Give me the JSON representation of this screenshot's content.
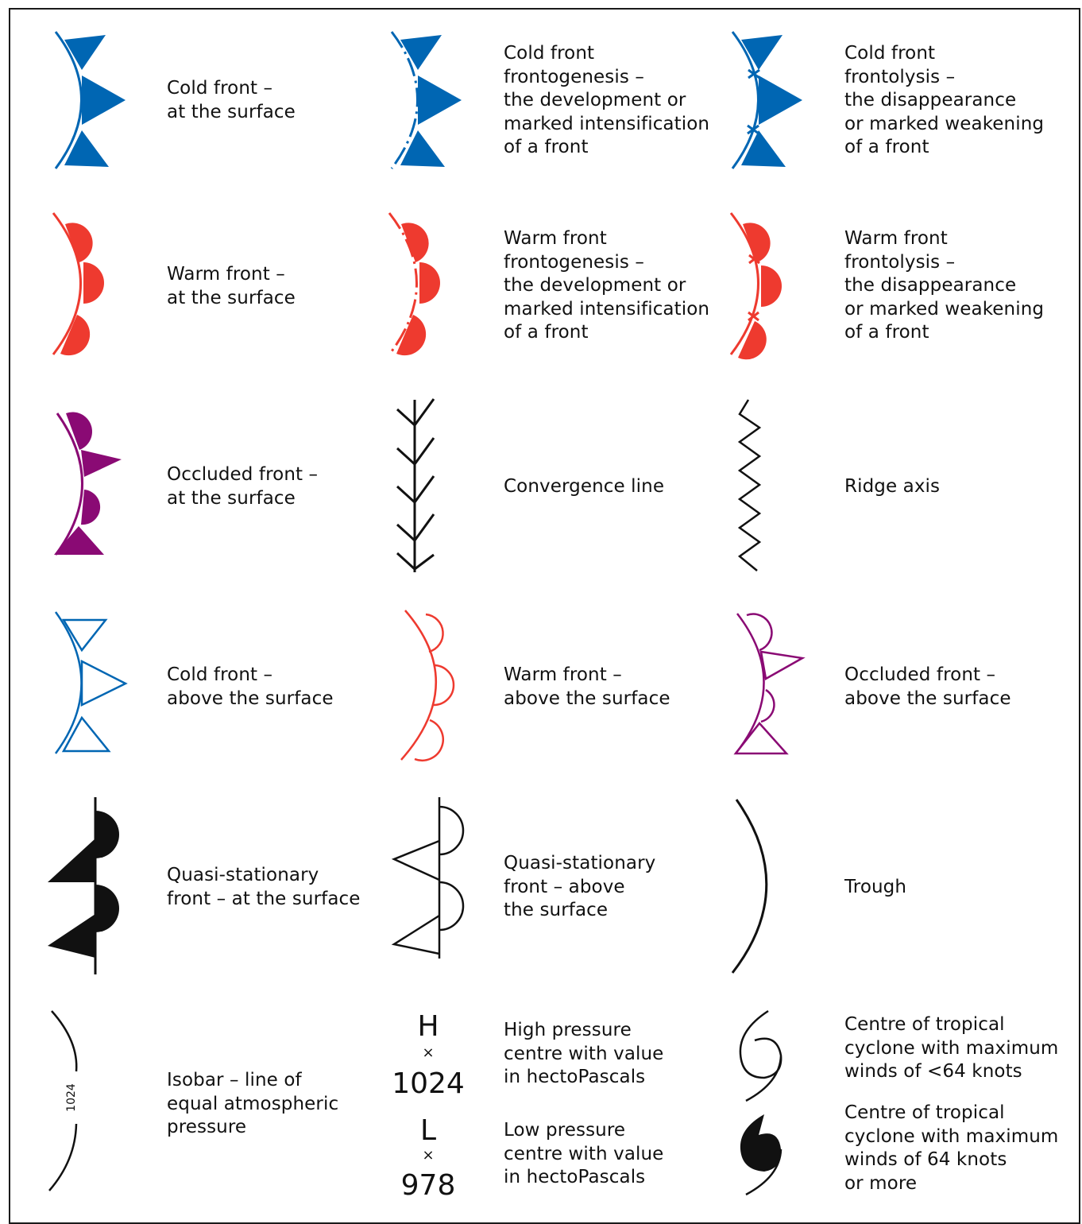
{
  "colors": {
    "cold": "#0066b3",
    "warm": "#ee3a2f",
    "occluded": "#8a0a74",
    "black": "#111111"
  },
  "symbols": {
    "cold_surface": "Cold front –\nat the surface",
    "cold_frontogenesis": "Cold front\nfrontogenesis –\nthe development or\nmarked intensification\nof a front",
    "cold_frontolysis": "Cold front\nfrontolysis –\nthe disappearance\nor marked weakening\nof a front",
    "warm_surface": "Warm front –\nat the surface",
    "warm_frontogenesis": "Warm front\nfrontogenesis –\nthe development or\nmarked intensification\nof a front",
    "warm_frontolysis": "Warm front\nfrontolysis –\nthe disappearance\nor marked weakening\nof a front",
    "occluded_surface": "Occluded front –\nat the surface",
    "convergence": "Convergence line",
    "ridge": "Ridge axis",
    "cold_above": "Cold front –\nabove the surface",
    "warm_above": "Warm front –\nabove the surface",
    "occluded_above": "Occluded front –\nabove the surface",
    "quasi_surface": "Quasi-stationary\nfront – at the surface",
    "quasi_above": "Quasi-stationary\nfront – above\nthe surface",
    "trough": "Trough",
    "isobar": "Isobar – line of\nequal atmospheric\npressure",
    "high": "High pressure\ncentre with value\nin hectoPascals",
    "low": "Low pressure\ncentre with value\nin hectoPascals",
    "tc_under64": "Centre of tropical\ncyclone with maximum\nwinds of <64 knots",
    "tc_over64": "Centre of tropical\ncyclone with maximum\nwinds of 64 knots\nor more"
  },
  "markers": {
    "high_letter": "H",
    "high_value": "1024",
    "low_letter": "L",
    "low_value": "978",
    "cross": "×",
    "isobar_value": "1024"
  }
}
